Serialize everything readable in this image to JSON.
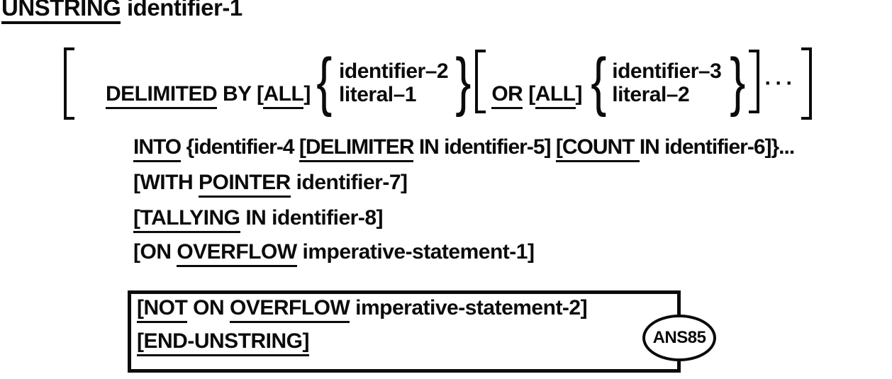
{
  "statement": "UNSTRING",
  "title": {
    "keyword": "UNSTRING",
    "operand": " identifier-1"
  },
  "delimited_line": {
    "kw_delimited": "DELIMITED",
    "by": " BY ",
    "lb1": "[",
    "kw_all1": "ALL",
    "rb1": "]",
    "brace_open": "{",
    "brace_close": "}",
    "choice1": {
      "a": "identifier–2",
      "b": "literal–1"
    },
    "kw_or": "OR",
    "sp": " ",
    "lb2": "[",
    "kw_all2": "ALL",
    "rb2": "]",
    "choice2": {
      "a": "identifier–3",
      "b": "literal–2"
    },
    "ellipsis": "···"
  },
  "into_line": {
    "kw": "INTO",
    "s1": " {identifier-4 ",
    "kw2": "[DELIMITER",
    "s2": " IN identifier-5] ",
    "kw3": "[COUNT ",
    "s3": "IN identifier-6]}..."
  },
  "with_line": {
    "s1": "[WITH ",
    "kw": "POINTER",
    "s2": " identifier-7]"
  },
  "tallying_line": {
    "kw": "[TALLYING",
    "s2": " IN identifier-8]"
  },
  "overflow_line": {
    "s1": "[ON ",
    "kw": "OVERFLOW",
    "s2": " imperative-statement-1]"
  },
  "box": {
    "not_line": {
      "kw1": "[NOT",
      "s1": " ON ",
      "kw2": "OVERFLOW",
      "s2": " imperative-statement-2]"
    },
    "end_line": {
      "kw": "[END-UNSTRING]"
    },
    "badge": "ANS85"
  },
  "colors": {
    "ink": "#0b0b0b",
    "paper": "#ffffff"
  }
}
